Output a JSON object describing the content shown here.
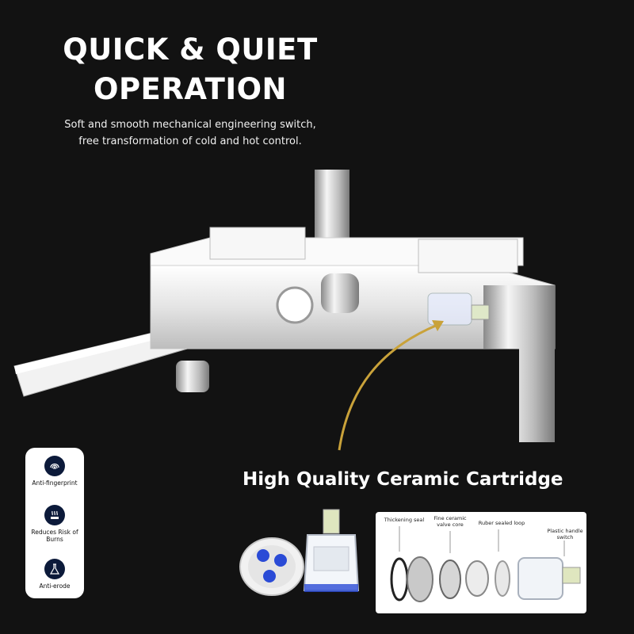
{
  "headline": [
    "QUICK & QUIET",
    "OPERATION"
  ],
  "subline": [
    "Soft and smooth mechanical engineering switch,",
    "free transformation of cold and hot control."
  ],
  "features": [
    {
      "label": "Anti-fingerprint",
      "icon": "fingerprint-icon"
    },
    {
      "label": "Reduces Risk of Burns",
      "icon": "hot-water-icon"
    },
    {
      "label": "Anti-erode",
      "icon": "flask-icon"
    }
  ],
  "cartridge_title": "High Quality Ceramic Cartridge",
  "exploded_labels": [
    "Thickening seal",
    "Fine ceramic valve core",
    "Ruber sealed loop",
    "Plastic handle switch"
  ],
  "colors": {
    "background": "#121212",
    "accent_arrow": "#c9a23a",
    "icon_badge": "#0c1a3a",
    "cartridge_blue": "#2a4bd6"
  }
}
